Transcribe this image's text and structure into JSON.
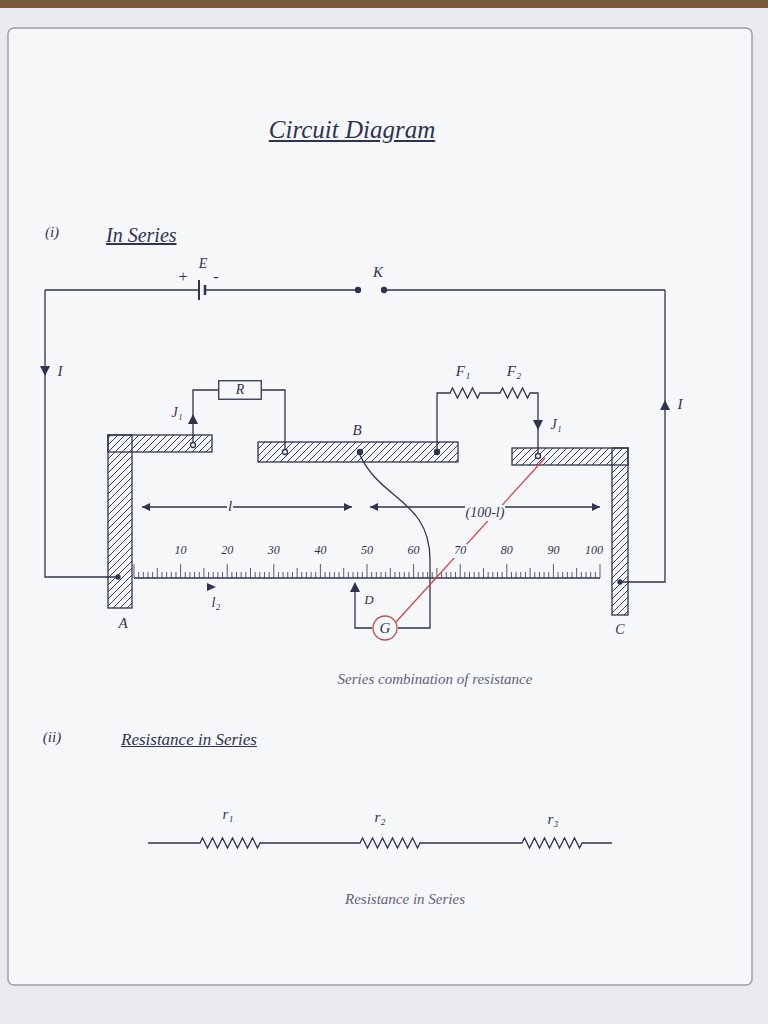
{
  "diagram": {
    "title": "Circuit Diagram",
    "nodes": [
      {
        "text": [
          "R"
        ]
      },
      {
        "text": [
          "G"
        ]
      }
    ],
    "labels": [
      "(i)",
      "In Series",
      "+",
      "E",
      "-",
      "K",
      "I",
      "I",
      "J₁",
      "F₁",
      "F₂",
      "J₁",
      "B",
      "l",
      "(100-l)",
      "10",
      "20",
      "30",
      "40",
      "50",
      "60",
      "70",
      "80",
      "90",
      "100",
      "l₂",
      "D",
      "A",
      "C",
      "Series combination of resistance",
      "(ii)",
      "Resistance in Series",
      "r₁",
      "r₂",
      "r₃",
      "Resistance in Series"
    ]
  }
}
